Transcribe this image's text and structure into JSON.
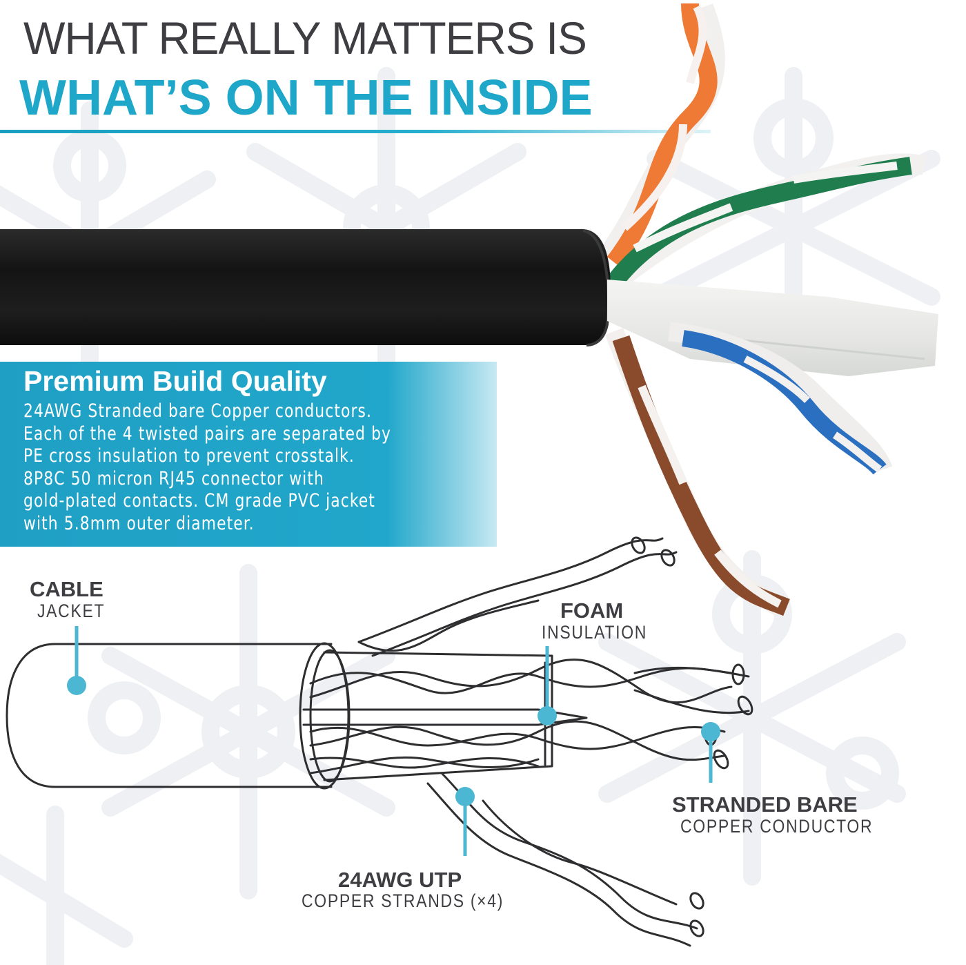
{
  "headline": {
    "line1": "WHAT REALLY MATTERS IS",
    "line2": "WHAT’S ON THE INSIDE"
  },
  "banner": {
    "title": "Premium Build Quality",
    "body_lines": [
      "24AWG Stranded bare Copper conductors.",
      "Each of the 4 twisted pairs are separated by",
      "PE cross insulation to prevent crosstalk.",
      "8P8C 50 micron RJ45 connector with",
      "gold-plated contacts. CM grade PVC jacket",
      "with 5.8mm outer diameter."
    ]
  },
  "diagram": {
    "labels": [
      {
        "id": "cable-jacket",
        "bold": "CABLE",
        "light": "JACKET"
      },
      {
        "id": "foam-insulation",
        "bold": "FOAM",
        "light": "INSULATION"
      },
      {
        "id": "stranded-bare",
        "bold": "STRANDED BARE",
        "light": "COPPER CONDUCTOR"
      },
      {
        "id": "utp-strands",
        "bold": "24AWG UTP",
        "light": "COPPER STRANDS (×4)"
      }
    ]
  },
  "colors": {
    "accent": "#1ea7c9",
    "heading_text": "#3e3e42",
    "pointer": "#4bb7d2",
    "jacket_black": "#1b1b1b",
    "pair_orange": "#ee7a36",
    "pair_green": "#1f7d4e",
    "pair_blue": "#2a6fc0",
    "pair_brown": "#8a4a2c"
  }
}
